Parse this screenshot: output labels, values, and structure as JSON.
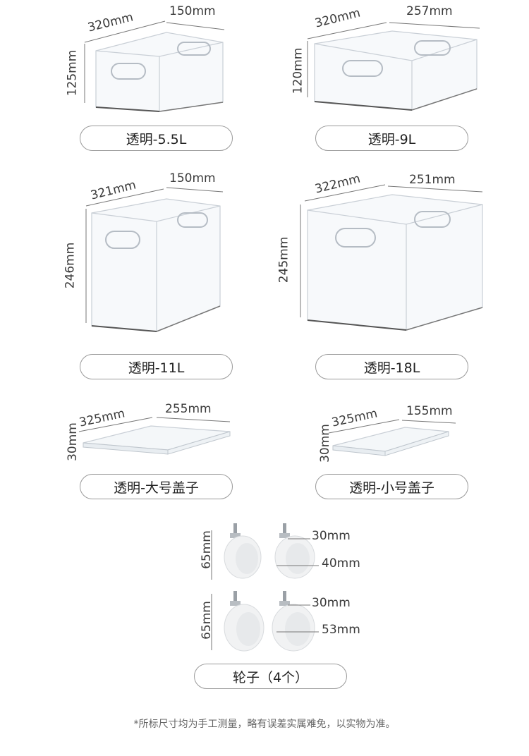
{
  "products": [
    {
      "label": "透明-5.5L",
      "dims": [
        "320mm",
        "150mm",
        "125mm"
      ]
    },
    {
      "label": "透明-9L",
      "dims": [
        "320mm",
        "257mm",
        "120mm"
      ]
    },
    {
      "label": "透明-11L",
      "dims": [
        "321mm",
        "150mm",
        "246mm"
      ]
    },
    {
      "label": "透明-18L",
      "dims": [
        "322mm",
        "251mm",
        "245mm"
      ]
    },
    {
      "label": "透明-大号盖子",
      "dims": [
        "325mm",
        "255mm",
        "30mm"
      ]
    },
    {
      "label": "透明-小号盖子",
      "dims": [
        "325mm",
        "155mm",
        "30mm"
      ]
    }
  ],
  "wheels": {
    "label": "轮子（4个）",
    "rows": [
      {
        "height": "65mm",
        "stem": "30mm",
        "width": "40mm"
      },
      {
        "height": "65mm",
        "stem": "30mm",
        "width": "53mm"
      }
    ]
  },
  "footnote": "*所标尺寸均为手工测量，略有误差实属难免，以实物为准。"
}
